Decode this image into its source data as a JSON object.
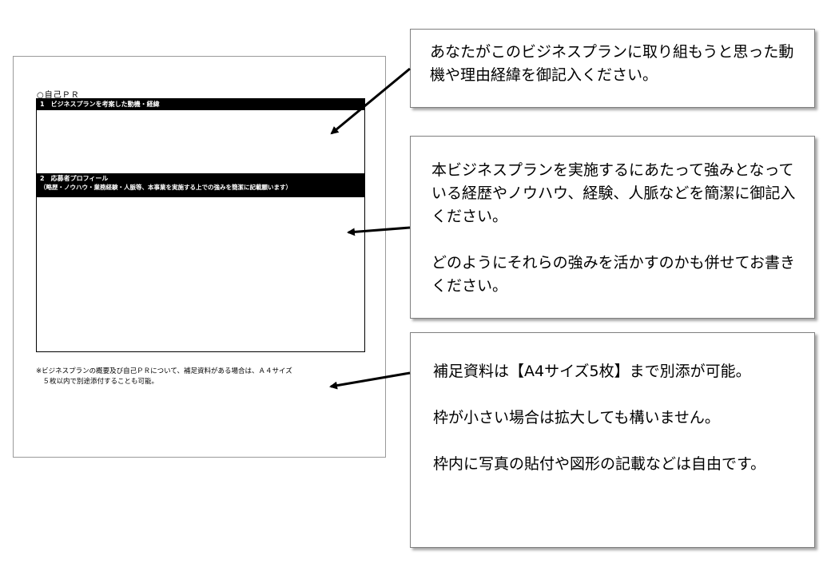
{
  "document": {
    "heading": "○自己ＰＲ",
    "section1_title": "1　ビジネスプランを考案した動機・経緯",
    "section2_title": "2　応募者プロフィール",
    "section2_subtitle": "（略歴・ノウハウ・業務経験・人脈等、本事業を実施する上での強みを簡潔に記載願います）",
    "footnote_line1": "※ビジネスプランの概要及び自己ＰＲについて、補足資料がある場合は、Ａ４サイズ",
    "footnote_line2": "　５枚以内で別途添付することも可能。"
  },
  "callouts": {
    "motivation": {
      "text": "あなたがこのビジネスプランに取り組もうと思った動機や理由経緯を御記入ください。"
    },
    "profile": {
      "text1": "本ビジネスプランを実施するにあたって強みとなっている経歴やノウハウ、経験、人脈などを簡潔に御記入ください。",
      "text2": "どのようにそれらの強みを活かすのかも併せてお書きください。"
    },
    "supplement": {
      "text1": "補足資料は【A4サイズ5枚】まで別添が可能。",
      "text2": "枠が小さい場合は拡大しても構いません。",
      "text3": "枠内に写真の貼付や図形の記載などは自由です。"
    }
  }
}
